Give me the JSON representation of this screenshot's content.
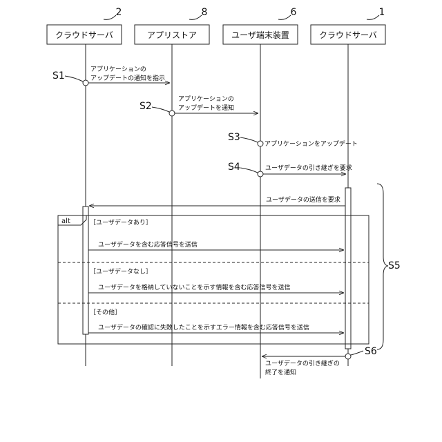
{
  "participants": [
    {
      "ref": "2",
      "label": "クラウドサーバ"
    },
    {
      "ref": "8",
      "label": "アプリストア"
    },
    {
      "ref": "6",
      "label": "ユーザ端末装置"
    },
    {
      "ref": "1",
      "label": "クラウドサーバ"
    }
  ],
  "steps": {
    "s1": "S1",
    "s2": "S2",
    "s3": "S3",
    "s4": "S4",
    "s5": "S5",
    "s6": "S6"
  },
  "messages": {
    "m1_line1": "アプリケーションの",
    "m1_line2": "アップデートの通知を指示",
    "m2_line1": "アプリケーションの",
    "m2_line2": "アップデートを通知",
    "m3": "アプリケーションをアップデート",
    "m4": "ユーザデータの引き継ぎを要求",
    "m5": "ユーザデータの送信を要求",
    "m6": "ユーザデータを含む応答信号を送信",
    "m7": "ユーザデータを格納していないことを示す情報を含む応答信号を送信",
    "m8": "ユーザデータの確認に失敗したことを示すエラー情報を含む応答信号を送信",
    "m9_line1": "ユーザデータの引き継ぎの",
    "m9_line2": "終了を通知"
  },
  "alt_frame": {
    "label": "alt",
    "conditions": [
      "［ユーザデータあり］",
      "［ユーザデータなし］",
      "［その他］"
    ]
  }
}
